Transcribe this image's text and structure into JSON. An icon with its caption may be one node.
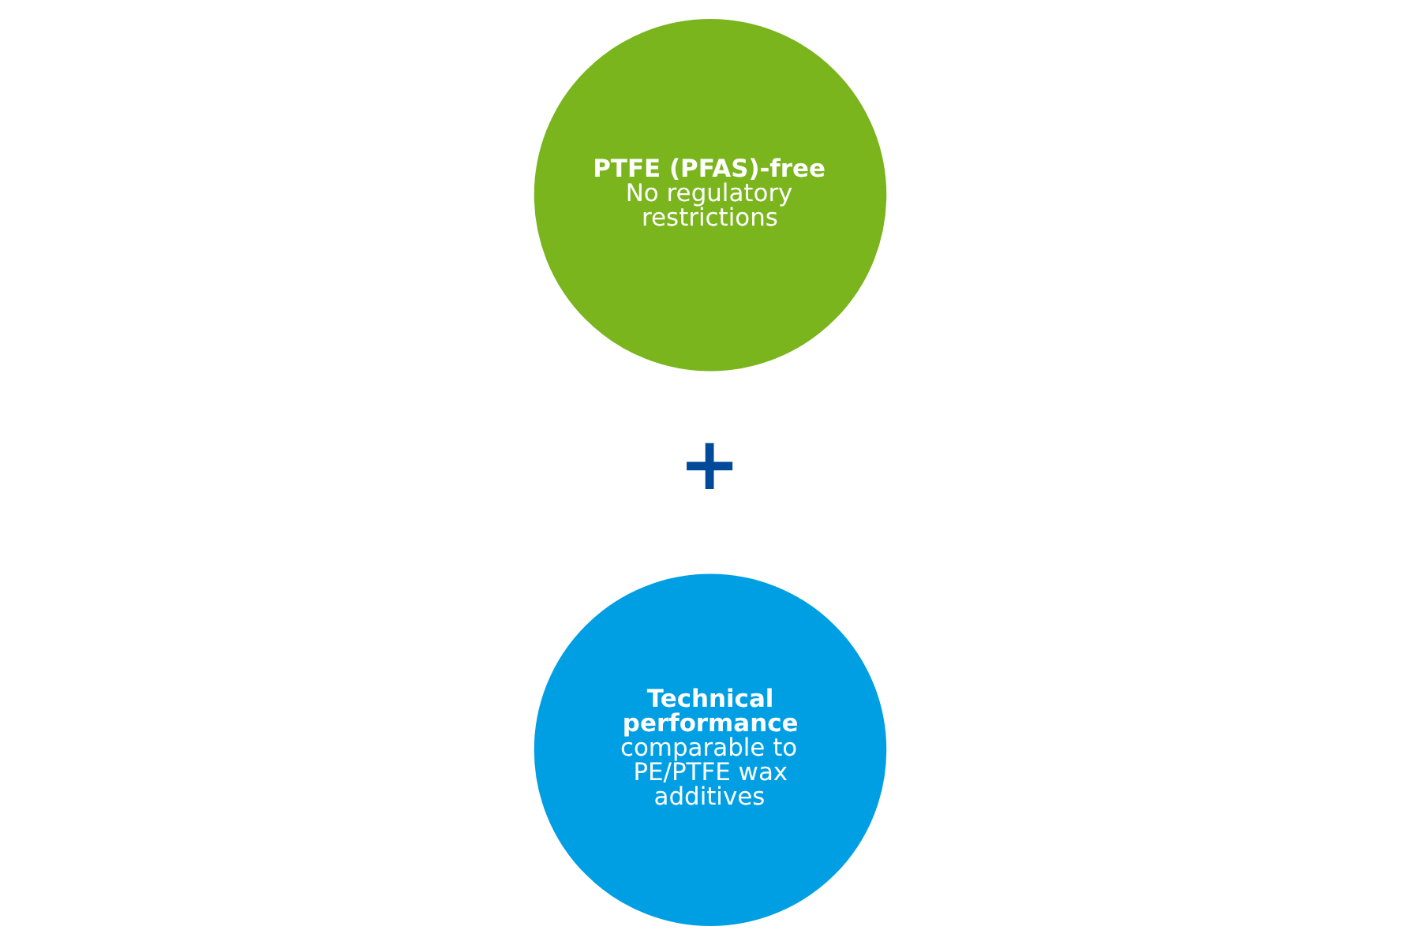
{
  "diagram": {
    "nodes": [
      {
        "text": [
          "PTFE (PFAS)-free",
          "No regulatory restrictions"
        ]
      },
      {
        "text": [
          "Technical performance",
          "comparable to PE/PTFE wax additives"
        ]
      }
    ],
    "labels": [
      "+"
    ]
  }
}
